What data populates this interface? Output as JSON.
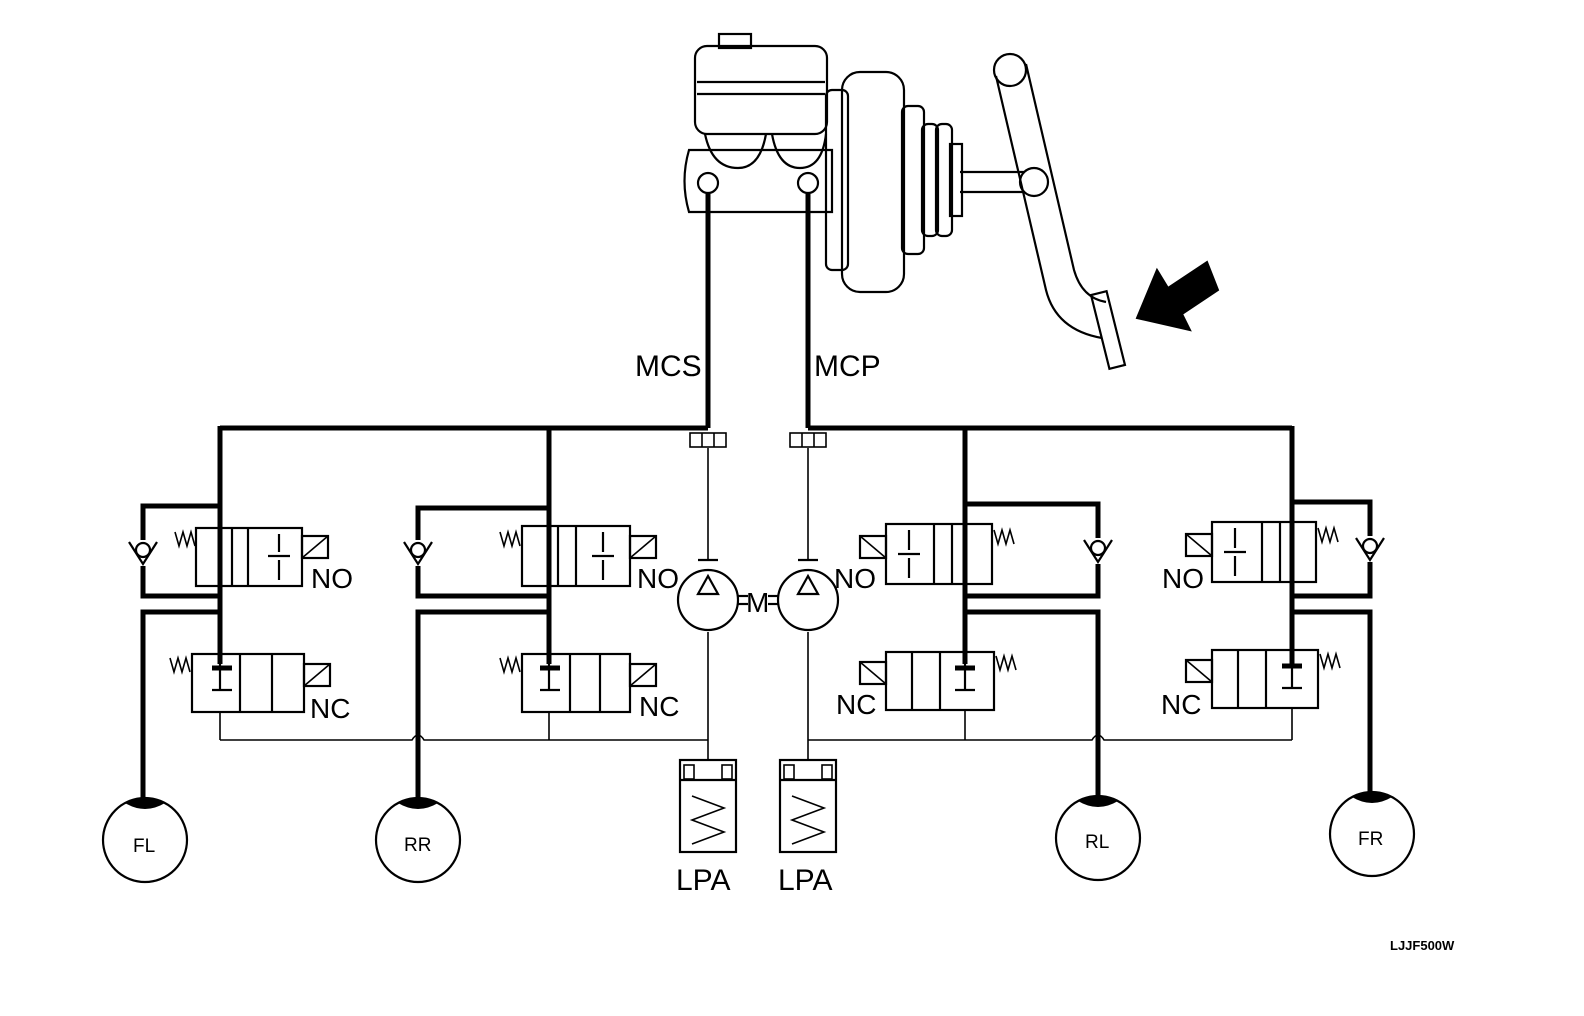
{
  "lines": {
    "mcs": "MCS",
    "mcp": "MCP"
  },
  "valves": {
    "no": [
      "NO",
      "NO",
      "NO",
      "NO"
    ],
    "nc": [
      "NC",
      "NC",
      "NC",
      "NC"
    ]
  },
  "pump": {
    "motor": "M"
  },
  "accumulators": [
    "LPA",
    "LPA"
  ],
  "wheels": [
    "FL",
    "RR",
    "RL",
    "FR"
  ],
  "figure_code": "LJJF500W"
}
